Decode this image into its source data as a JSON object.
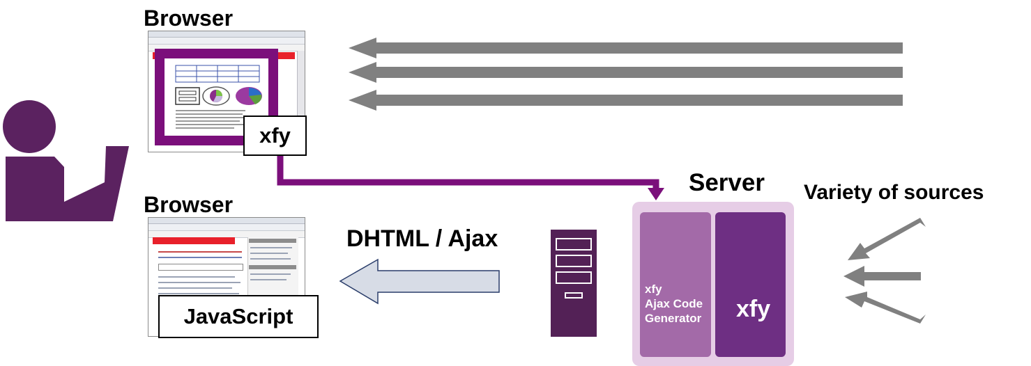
{
  "labels": {
    "browser_top": "Browser",
    "browser_bottom": "Browser",
    "server": "Server",
    "variety": "Variety of sources",
    "dhtml_ajax": "DHTML / Ajax",
    "xfy_tag": "xfy",
    "javascript_tag": "JavaScript"
  },
  "server_box": {
    "generator_lines": [
      "xfy",
      "Ajax Code",
      "Generator"
    ],
    "xfy_label": "xfy"
  },
  "colors": {
    "purple_arrow": "#7b0f7b",
    "gray_arrow": "#808080",
    "user_icon": "#5b2260",
    "server_bg": "#e6cde6",
    "server_left": "#a36aa8",
    "server_right": "#6e2f83",
    "tower": "#532156",
    "outline_arrow_fill": "#d7dce6"
  },
  "icons": [
    "user-icon",
    "server-tower-icon",
    "browser-screenshot",
    "outline-arrow-icon"
  ]
}
